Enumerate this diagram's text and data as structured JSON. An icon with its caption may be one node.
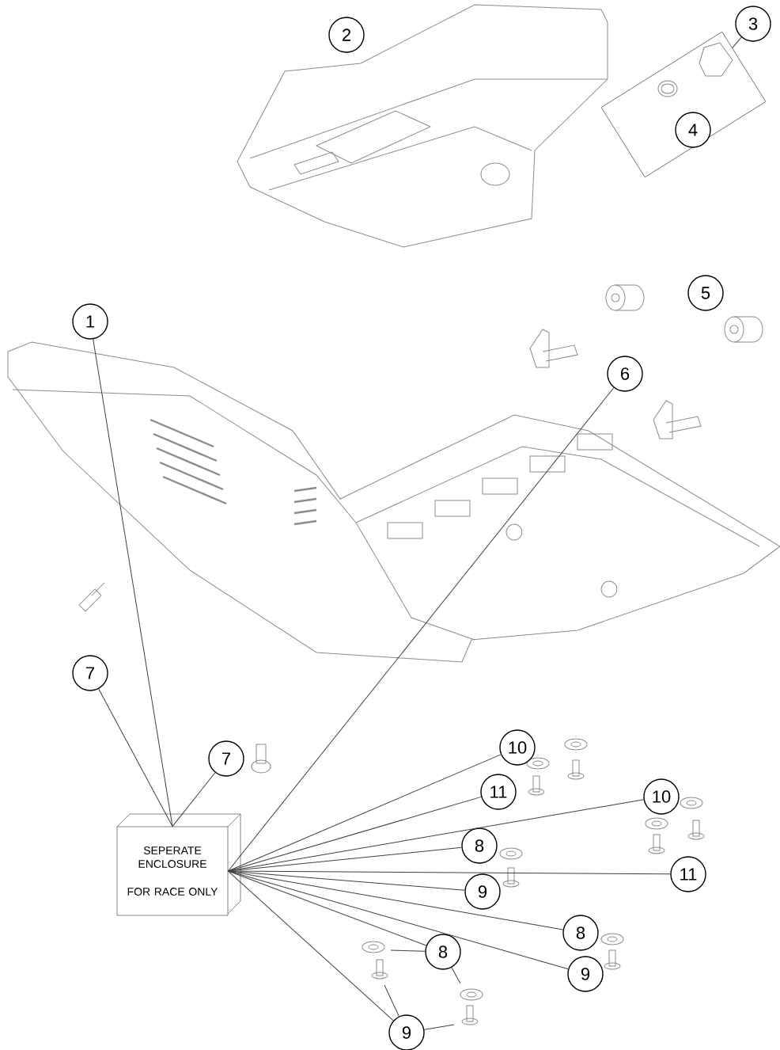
{
  "diagram": {
    "nodes": [
      {
        "text": [
          "SEPERATE ENCLOSURE",
          "FOR RACE ONLY"
        ]
      },
      {
        "text": [
          "1"
        ]
      },
      {
        "text": [
          "2"
        ]
      },
      {
        "text": [
          "3"
        ]
      },
      {
        "text": [],
        "shape": "box"
      },
      {
        "text": [
          "4"
        ],
        "in": 4
      },
      {
        "text": [
          "5"
        ]
      },
      {
        "text": [
          "6"
        ]
      },
      {
        "text": [
          "7"
        ]
      },
      {
        "text": [
          "7"
        ]
      },
      {
        "text": [
          "10"
        ]
      },
      {
        "text": [
          "11"
        ]
      },
      {
        "text": [
          "10"
        ]
      },
      {
        "text": [
          "8"
        ]
      },
      {
        "text": [
          "11"
        ]
      },
      {
        "text": [
          "9"
        ]
      },
      {
        "text": [
          "8"
        ]
      },
      {
        "text": [
          "9"
        ]
      },
      {
        "text": [
          "8"
        ]
      },
      {
        "text": [
          "9"
        ]
      }
    ],
    "edges": [
      {
        "from": 1,
        "to": 0,
        "arrow": "none"
      },
      {
        "from": 7,
        "to": 0,
        "arrow": "none"
      },
      {
        "from": 8,
        "to": 0,
        "arrow": "none"
      },
      {
        "from": 9,
        "to": 0,
        "arrow": "none"
      },
      {
        "from": 10,
        "to": 0,
        "arrow": "none"
      },
      {
        "from": 11,
        "to": 0,
        "arrow": "none"
      },
      {
        "from": 12,
        "to": 0,
        "arrow": "none"
      },
      {
        "from": 13,
        "to": 0,
        "arrow": "none"
      },
      {
        "from": 14,
        "to": 0,
        "arrow": "none"
      },
      {
        "from": 15,
        "to": 0,
        "arrow": "none"
      },
      {
        "from": 16,
        "to": 0,
        "arrow": "none"
      },
      {
        "from": 17,
        "to": 0,
        "arrow": "none"
      },
      {
        "from": 18,
        "to": 0,
        "arrow": "none"
      },
      {
        "from": 19,
        "to": 0,
        "arrow": "none"
      },
      {
        "from": 3,
        "to": 4,
        "arrow": "none"
      },
      {
        "from": 18,
        "to": null,
        "arrow": "none"
      },
      {
        "from": 18,
        "to": null,
        "arrow": "none"
      },
      {
        "from": 19,
        "to": null,
        "arrow": "none"
      },
      {
        "from": 19,
        "to": null,
        "arrow": "none"
      }
    ]
  }
}
